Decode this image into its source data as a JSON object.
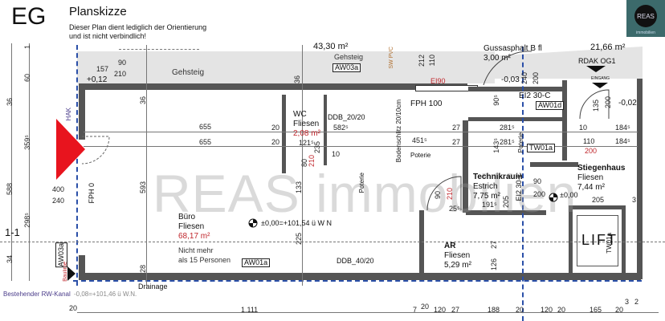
{
  "header": {
    "floor_label": "EG",
    "title": "Planskizze",
    "disclaimer_line1": "Dieser Plan dient lediglich der Orientierung",
    "disclaimer_line2": "und ist nicht verbindlich!"
  },
  "logo": {
    "name": "REAS",
    "subtitle": "immobilien",
    "bg_color": "#3c6a6b"
  },
  "watermark": "REAS immobilien",
  "outside": {
    "sidewalk_label_left": "Gehsteig",
    "sidewalk_label_mid": "Gehsteig",
    "sidewalk_area": "43,30 m²",
    "gussasphalt_label": "Gussasphalt B fl",
    "gussasphalt_area": "3,00 m²",
    "entrance_area": "21,66 m²",
    "rdak_label": "RDAK OG1",
    "entrance_label": "EINGANG",
    "level_left": "+0,12",
    "level_gusss": "-0,03",
    "level_entrance": "-0,02",
    "ei90": "EI90",
    "fph100": "FPH 100",
    "sw_pvc": "SW PVC",
    "hak": "HAK",
    "baulinie": "Baulinie",
    "drainage": "Drainage",
    "rw_kanal": "Bestehender RW-Kanal",
    "rw_level": "-0,08=+101,46 ü W.N.",
    "section_marker": "1-1"
  },
  "rooms": [
    {
      "name": "Büro",
      "floor": "Fliesen",
      "area": "68,17 m²",
      "note1": "Nicht mehr",
      "note2": "als 15 Personen"
    },
    {
      "name": "WC",
      "floor": "Fliesen",
      "area": "2,08 m²"
    },
    {
      "name": "Technikraum",
      "floor": "Estrich",
      "area": "7,75 m²"
    },
    {
      "name": "Stiegenhaus",
      "floor": "Fliesen",
      "area": "7,44 m²"
    },
    {
      "name": "AR",
      "floor": "Fliesen",
      "area": "5,29 m²"
    },
    {
      "name": "LIFT"
    }
  ],
  "tags": {
    "aw03a_top": "AW03a",
    "aw03a_left": "AW03a",
    "aw01a": "AW01a",
    "aw01d": "AW01d",
    "tw01a": "TW01a",
    "tw01a_lift": "TW01a",
    "ddb_2020": "DDB_20/20",
    "ddb_4020": "DDB_40/20",
    "bodenschlitz": "Bodenschlitz 20/10cm",
    "ei230c_top": "EI2 30-C",
    "ei230c_mid": "EI2 30-C",
    "fph0": "FPH 0",
    "poterie1": "Poterie",
    "poterie2": "Poterie",
    "poterie3": "Poterie",
    "datum": "±0,00=+101,54 ü W N",
    "datum_stair": "±0,00"
  },
  "dimensions": {
    "left_vertical": [
      "1",
      "60",
      "36",
      "359⁵",
      "588",
      "298⁵",
      "34"
    ],
    "left_misc": [
      "400",
      "240",
      "157",
      "90",
      "210"
    ],
    "buero": [
      "655",
      "655",
      "593",
      "36",
      "133",
      "225",
      "28"
    ],
    "wc": [
      "20",
      "20",
      "121⁵",
      "235",
      "10",
      "582⁵",
      "80",
      "210"
    ],
    "mid": [
      "451⁵",
      "27",
      "27",
      "212",
      "110",
      "36"
    ],
    "tech": [
      "281⁵",
      "281⁵",
      "143⁵",
      "191⁵",
      "205",
      "90",
      "210",
      "25⁵"
    ],
    "stair": [
      "10",
      "184⁵",
      "110",
      "184⁵",
      "200",
      "205",
      "90",
      "200",
      "3",
      "20",
      "20"
    ],
    "top_right": [
      "240",
      "200",
      "27",
      "90⁵",
      "135",
      "200"
    ],
    "ar": [
      "27",
      "126"
    ],
    "bottom": [
      "20",
      "1.111",
      "7",
      "20",
      "120",
      "27",
      "188",
      "20",
      "120",
      "20",
      "165",
      "20",
      "3",
      "2"
    ]
  },
  "colors": {
    "wall": "#555555",
    "sidewalk": "#e4e4e4",
    "accent_red": "#c0272d",
    "axis_blue": "#2a4fa8",
    "arrow_red": "#e8141e"
  }
}
